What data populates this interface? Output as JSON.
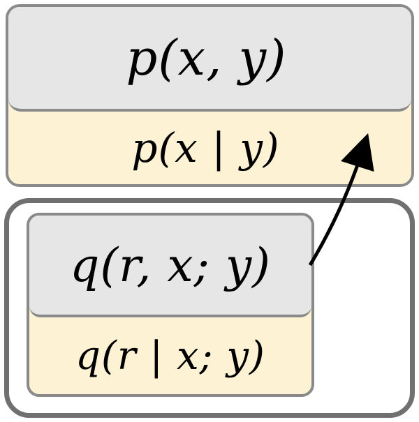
{
  "joint_model": {
    "header_formula": "p(x, y)",
    "body_formula": "p(x | y)"
  },
  "variational_model": {
    "header_formula": "q(r, x; y)",
    "body_formula": "q(r | x; y)"
  },
  "colors": {
    "header_fill": "#e6e6e6",
    "body_fill": "#fdf2d3",
    "border": "#8a8a8a",
    "outer_frame": "#707070",
    "arrow": "#000000"
  }
}
